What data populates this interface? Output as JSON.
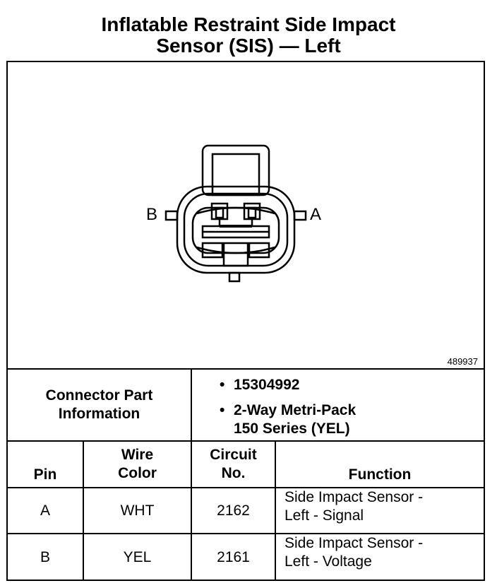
{
  "title": {
    "line1": "Inflatable Restraint Side Impact",
    "line2": "Sensor (SIS) — Left"
  },
  "figure": {
    "number": "489937",
    "pin_labels": {
      "left": "B",
      "right": "A"
    }
  },
  "connector_info": {
    "label_line1": "Connector Part",
    "label_line2": "Information",
    "bullet": "•",
    "part_number": "15304992",
    "type_line1": "2-Way Metri-Pack",
    "type_line2": "150 Series (YEL)"
  },
  "table": {
    "headers": {
      "pin": "Pin",
      "wire_color_1": "Wire",
      "wire_color_2": "Color",
      "circuit_1": "Circuit",
      "circuit_2": "No.",
      "function": "Function"
    },
    "rows": [
      {
        "pin": "A",
        "wire": "WHT",
        "circuit": "2162",
        "function_1": "Side Impact Sensor -",
        "function_2": "Left - Signal"
      },
      {
        "pin": "B",
        "wire": "YEL",
        "circuit": "2161",
        "function_1": "Side Impact Sensor -",
        "function_2": "Left - Voltage"
      }
    ]
  }
}
